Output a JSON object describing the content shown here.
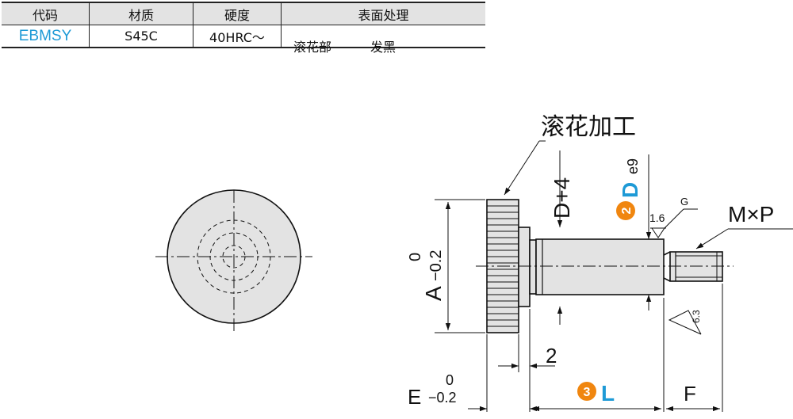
{
  "table": {
    "headers": [
      "代码",
      "材质",
      "硬度",
      "表面处理"
    ],
    "row": {
      "code": "EBMSY",
      "material": "S45C",
      "hardness": "40HRC～",
      "treatment_1": "滚花部",
      "treatment_2": "发黑"
    }
  },
  "drawing": {
    "knurl_label": "滚花加工",
    "dim_d_plus_4": "D+4",
    "badge_2": "2",
    "dim_d": "D",
    "dim_d_tol": "e9",
    "finish_1_6": "1.6",
    "grind_mark": "G",
    "thread_label": "M×P",
    "dim_a": "A",
    "dim_a_tol_upper": "0",
    "dim_a_tol_lower": "−0.2",
    "finish_6_3": "6.3",
    "dim_2": "2",
    "dim_e": "E",
    "dim_e_tol_upper": "0",
    "dim_e_tol_lower": "−0.2",
    "badge_3": "3",
    "dim_l": "L",
    "dim_f": "F",
    "colors": {
      "accent_blue": "#1e9ad6",
      "badge_orange": "#f0860f",
      "part_fill": "#e3e3e3",
      "line": "#111111"
    }
  }
}
